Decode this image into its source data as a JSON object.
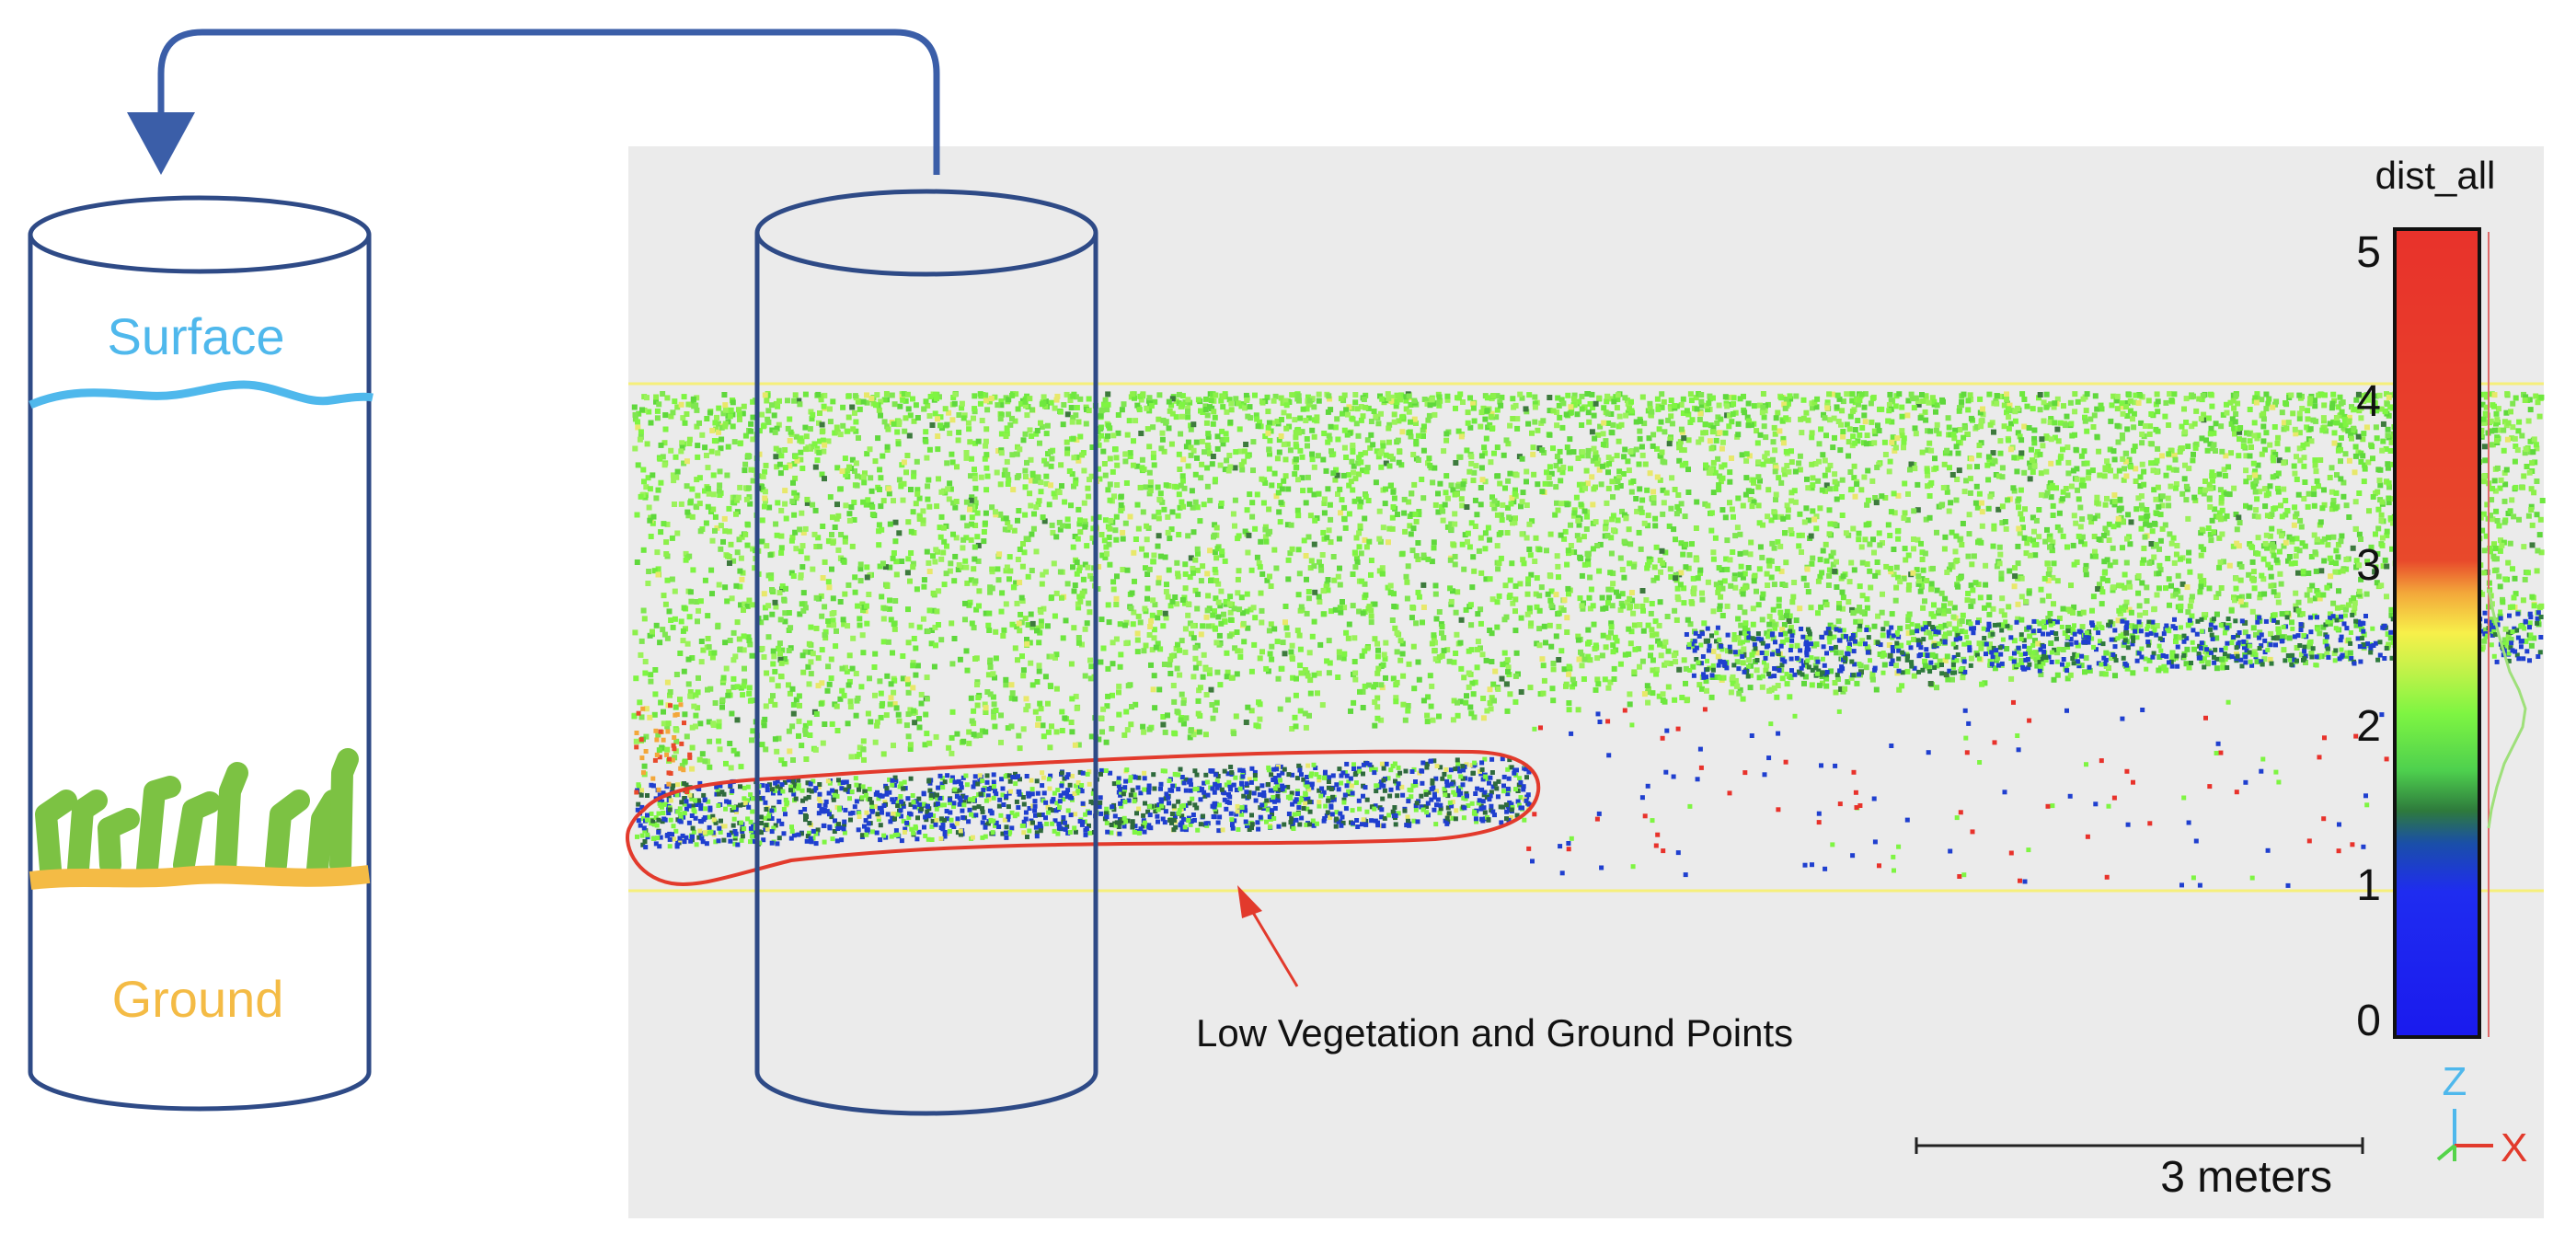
{
  "left_cylinder": {
    "surface_label": "Surface",
    "ground_label": "Ground"
  },
  "colors": {
    "cylinder_stroke": "#2e4a86",
    "arrow": "#3b5ea8",
    "surface": "#4fb8ec",
    "ground": "#f4bb45",
    "vegetation": "#7cc243",
    "highlight": "#e23a2c",
    "panel_bg": "#ebebeb",
    "limit_line": "#f6ef7a"
  },
  "annotation": {
    "label": "Low Vegetation and Ground Points"
  },
  "scale_bar": {
    "label": "3 meters"
  },
  "colorbar": {
    "title": "dist_all",
    "ticks": [
      "5",
      "4",
      "3",
      "2",
      "1",
      "0"
    ]
  },
  "axes_widget": {
    "z_label": "Z",
    "x_label": "X"
  }
}
